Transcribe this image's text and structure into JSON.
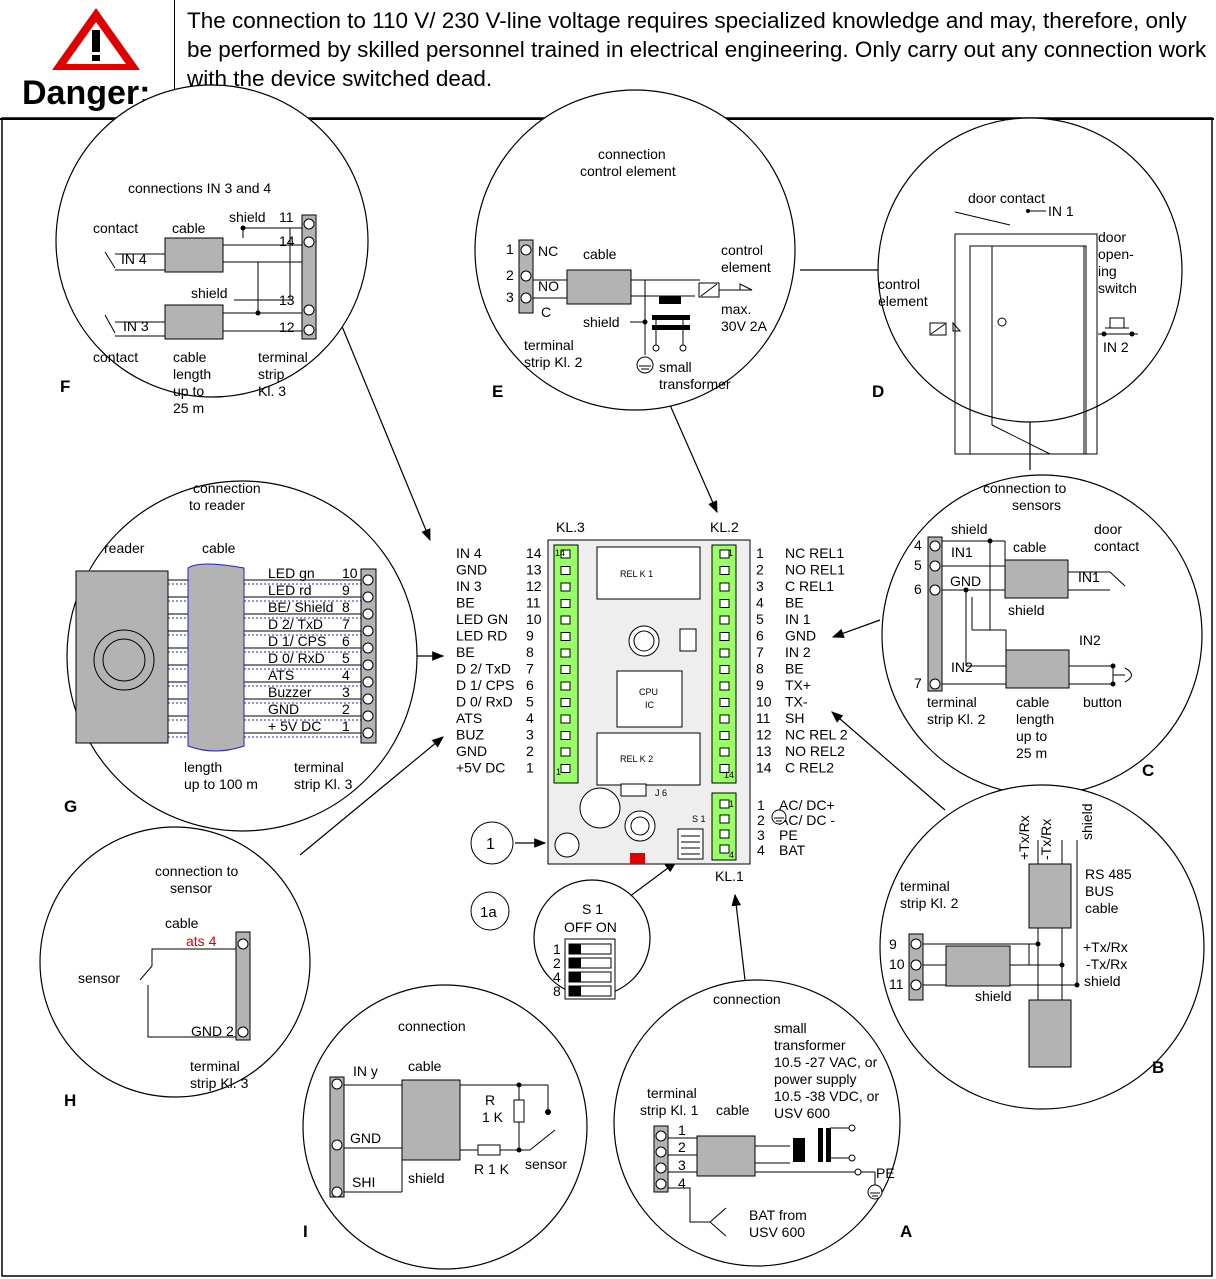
{
  "warning": {
    "title": "Danger:",
    "text": "The connection to 110 V/ 230 V-line voltage requires specialized knowledge and may, therefore, only be performed by skilled personnel trained in electrical engineering. Only carry out any connection work with the device switched dead."
  },
  "icon": "warning-triangle-icon",
  "colors": {
    "terminal_green": "#99ff66",
    "fill_gray": "#b3b3b3",
    "board_gray": "#eeeeee",
    "relay_red": "#e00000",
    "warning_red": "#e00000"
  },
  "board": {
    "kl3_label": "KL.3",
    "kl2_label": "KL.2",
    "kl1_label": "KL.1",
    "relay1": "REL K 1",
    "relay2": "REL K 2",
    "cpu1": "CPU",
    "cpu2": "IC",
    "j6": "J 6",
    "s1": "S 1",
    "kl3_pin_top": "14",
    "kl3_pin_bottom": "1",
    "kl2_pin_top": "1",
    "kl2_pin_bottom": "14",
    "kl1_pin_top": "1",
    "kl1_pin_bottom": "4",
    "left_names": [
      "IN 4",
      "GND",
      "IN 3",
      "BE",
      "LED GN",
      "LED RD",
      "BE",
      "D 2/ TxD",
      "D 1/ CPS",
      "D 0/ RxD",
      "ATS",
      "BUZ",
      "GND",
      "+5V DC"
    ],
    "left_nums": [
      "14",
      "13",
      "12",
      "11",
      "10",
      "9",
      "8",
      "7",
      "6",
      "5",
      "4",
      "3",
      "2",
      "1"
    ],
    "right_nums": [
      "1",
      "2",
      "3",
      "4",
      "5",
      "6",
      "7",
      "8",
      "9",
      "10",
      "11",
      "12",
      "13",
      "14"
    ],
    "right_names": [
      "NC REL1",
      "NO REL1",
      "C   REL1",
      "BE",
      "IN 1",
      "GND",
      "IN 2",
      "BE",
      "TX+",
      "TX-",
      "SH",
      "NC REL 2",
      "NO REL2",
      "C   REL2"
    ],
    "kl1_nums": [
      "1",
      "2",
      "3",
      "4"
    ],
    "kl1_names": [
      "AC/ DC+",
      "AC/ DC -",
      "PE",
      "BAT"
    ],
    "marker1": "1",
    "marker1a": "1a"
  },
  "s1_switch": {
    "title": "S 1",
    "off_on": "OFF ON",
    "rows": [
      "1",
      "2",
      "4",
      "8"
    ]
  },
  "F": {
    "letter": "F",
    "title": "connections IN 3 and 4",
    "contact": "contact",
    "cable": "cable",
    "shield": "shield",
    "in4": "IN 4",
    "in3": "IN 3",
    "pins": [
      "11",
      "14",
      "13",
      "12"
    ],
    "cable_len": [
      "cable",
      "length",
      "up to",
      "25 m"
    ],
    "strip": [
      "terminal",
      "strip",
      "Kl. 3"
    ]
  },
  "E": {
    "letter": "E",
    "title": [
      "connection",
      "control element"
    ],
    "pins": [
      "1",
      "2",
      "3"
    ],
    "nc": "NC",
    "no": "NO",
    "c": "C",
    "cable": "cable",
    "control": [
      "control",
      "element"
    ],
    "max": [
      "max.",
      "30V 2A"
    ],
    "shield": "shield",
    "strip": [
      "terminal",
      "strip Kl. 2"
    ],
    "trans": [
      "small",
      "transformer"
    ]
  },
  "D": {
    "letter": "D",
    "door_contact": "door contact",
    "in1": "IN 1",
    "opening": [
      "door",
      "open-",
      "ing",
      "switch"
    ],
    "control": [
      "control",
      "element"
    ],
    "in2": "IN 2"
  },
  "G": {
    "letter": "G",
    "title": [
      "connection",
      "to reader"
    ],
    "reader": "reader",
    "cable": "cable",
    "rows": [
      "LED gn",
      "LED rd",
      "BE/ Shield",
      "D 2/ TxD",
      "D 1/ CPS",
      "D 0/ RxD",
      "ATS",
      "Buzzer",
      "GND",
      "+ 5V DC"
    ],
    "nums": [
      "10",
      "9",
      "8",
      "7",
      "6",
      "5",
      "4",
      "3",
      "2",
      "1"
    ],
    "length": [
      "length",
      "up to  100 m"
    ],
    "strip": [
      "terminal",
      "strip Kl. 3"
    ]
  },
  "C": {
    "letter": "C",
    "title": [
      "connection to",
      "sensors"
    ],
    "pins": [
      "4",
      "5",
      "6",
      "7"
    ],
    "shield": "shield",
    "in1": "IN1",
    "gnd": "GND",
    "in2": "IN2",
    "cable": "cable",
    "door_contact": [
      "door",
      "contact"
    ],
    "in1_right": "IN1",
    "in2_right": "IN2",
    "strip": [
      "terminal",
      "strip Kl. 2"
    ],
    "cable_len": [
      "cable",
      "length",
      "up to",
      "25 m"
    ],
    "button": "button"
  },
  "H": {
    "letter": "H",
    "title": [
      "connection to",
      "sensor"
    ],
    "cable": "cable",
    "ats": "ats 4",
    "sensor": "sensor",
    "gnd": "GND 2",
    "strip": [
      "terminal",
      "strip Kl. 3"
    ]
  },
  "B": {
    "letter": "B",
    "top_labels": [
      "+Tx/Rx",
      "-Tx/Rx",
      "shield"
    ],
    "bus": [
      "RS 485",
      "BUS",
      "cable"
    ],
    "strip": [
      "terminal",
      "strip Kl. 2"
    ],
    "pins": [
      "9",
      "10",
      "11"
    ],
    "right": [
      "+Tx/Rx",
      "-Tx/Rx",
      "shield"
    ],
    "shield": "shield"
  },
  "I": {
    "letter": "I",
    "title": "connection",
    "iny": "IN y",
    "cable": "cable",
    "gnd": "GND",
    "shi": "SHI",
    "shield": "shield",
    "r1": [
      "R",
      "1 K"
    ],
    "r2": "R 1 K",
    "sensor": "sensor"
  },
  "A": {
    "letter": "A",
    "title": "connection",
    "supply": [
      "small",
      "transformer",
      "10.5 -27 VAC, or",
      "power supply",
      "10.5 -38 VDC, or",
      "USV 600"
    ],
    "strip": [
      "terminal",
      "strip Kl. 1"
    ],
    "cable": "cable",
    "pins": [
      "1",
      "2",
      "3",
      "4"
    ],
    "pe": "PE",
    "bat": [
      "BAT from",
      "USV 600"
    ]
  }
}
